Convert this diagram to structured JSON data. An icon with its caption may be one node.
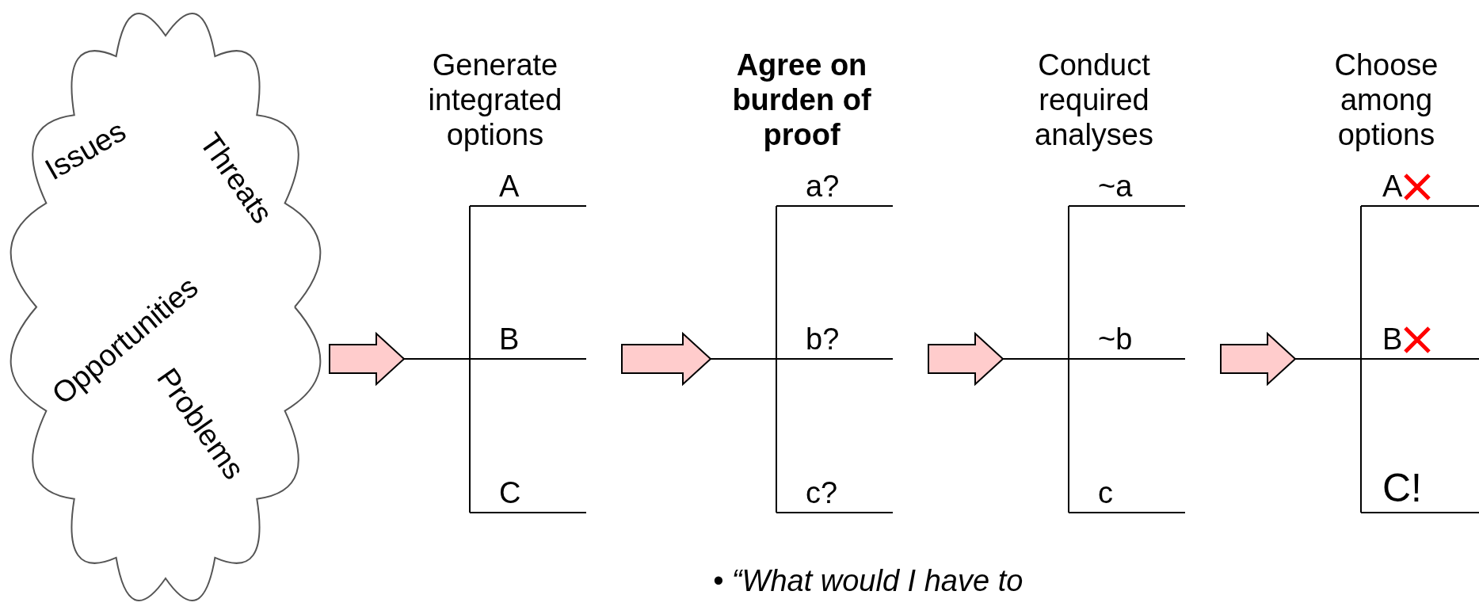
{
  "diagram": {
    "nodes": [
      {
        "text": [
          "Issues",
          "Threats",
          "Opportunities",
          "Problems"
        ]
      },
      {
        "text": [
          "Generate integrated options",
          "A",
          "B",
          "C"
        ]
      },
      {
        "text": [
          "Agree on burden of proof",
          "a?",
          "b?",
          "c?"
        ]
      },
      {
        "text": [
          "Conduct required analyses",
          "~a",
          "~b",
          "c"
        ]
      },
      {
        "text": [
          "Choose among options",
          "A",
          "B",
          "C!"
        ]
      }
    ],
    "edges": [
      {
        "from": 0,
        "to": 1,
        "arrow": "to"
      },
      {
        "from": 1,
        "to": 2,
        "arrow": "to"
      },
      {
        "from": 2,
        "to": 3,
        "arrow": "to"
      },
      {
        "from": 3,
        "to": 4,
        "arrow": "to"
      }
    ],
    "labels": [
      "• “What would I have to"
    ]
  }
}
